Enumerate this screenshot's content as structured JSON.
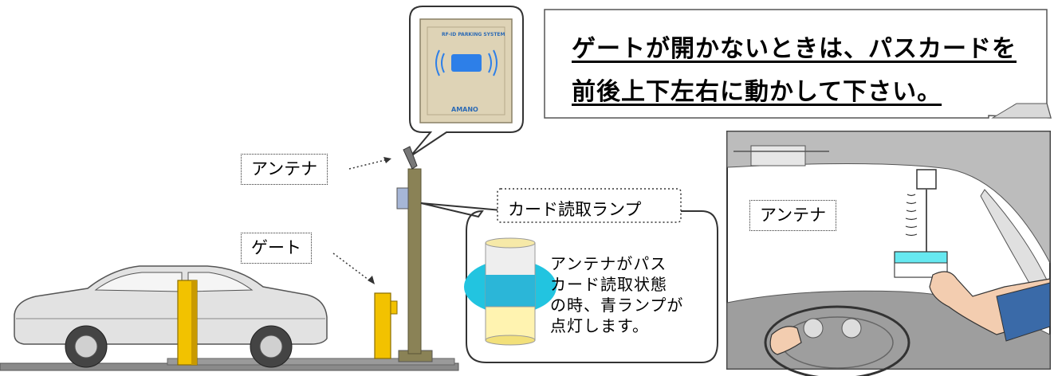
{
  "callout": {
    "line1": "ゲートが開かないときは、パスカードを",
    "line2": "前後上下左右に動かして下さい。"
  },
  "labels": {
    "antenna_left": "アンテナ",
    "gate": "ゲート",
    "antenna_right": "アンテナ"
  },
  "reader": {
    "small_text": "RF-ID PARKING SYSTEM",
    "brand": "AMANO"
  },
  "lamp": {
    "title": "カード読取ランプ",
    "desc": [
      "アンテナがパス",
      "カード読取状態",
      "の時、青ランプが",
      "点灯します。"
    ]
  },
  "colors": {
    "gate_yellow": "#f2c200",
    "lamp_blue": "#22c4e0",
    "pole_olive": "#8a8256",
    "card_cyan": "#66e8f0"
  }
}
